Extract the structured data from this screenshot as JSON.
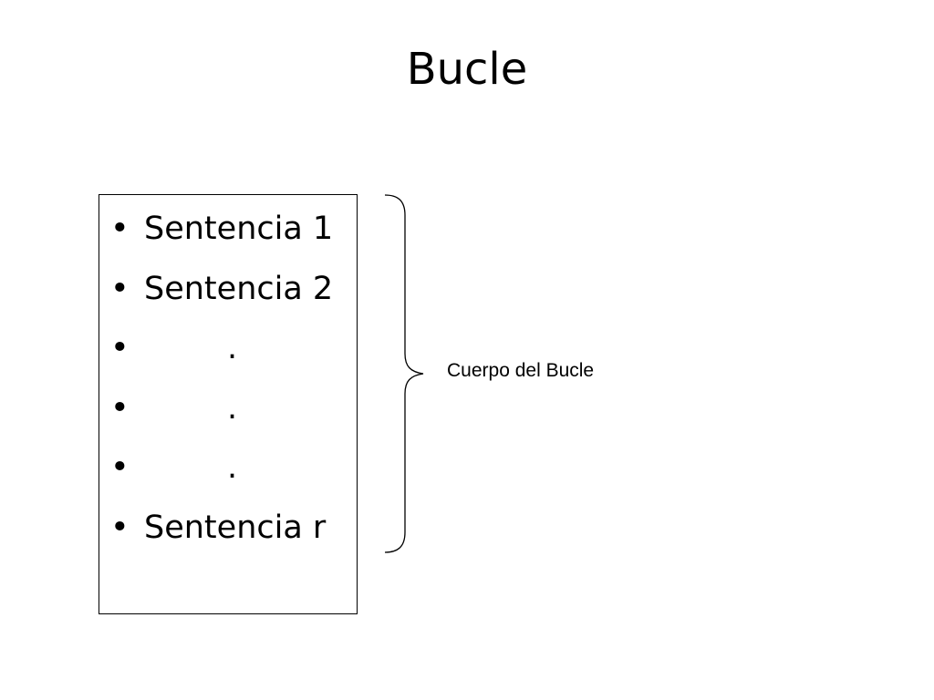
{
  "slide": {
    "title": "Bucle"
  },
  "statement_list": {
    "bullet": "•",
    "items": [
      {
        "text": "Sentencia 1"
      },
      {
        "text": "Sentencia 2"
      },
      {
        "text": "."
      },
      {
        "text": "."
      },
      {
        "text": "."
      },
      {
        "text": "Sentencia r"
      }
    ]
  },
  "brace": {
    "label": "Cuerpo del Bucle",
    "icon": "right-curly-brace-icon",
    "color": "#000000"
  }
}
